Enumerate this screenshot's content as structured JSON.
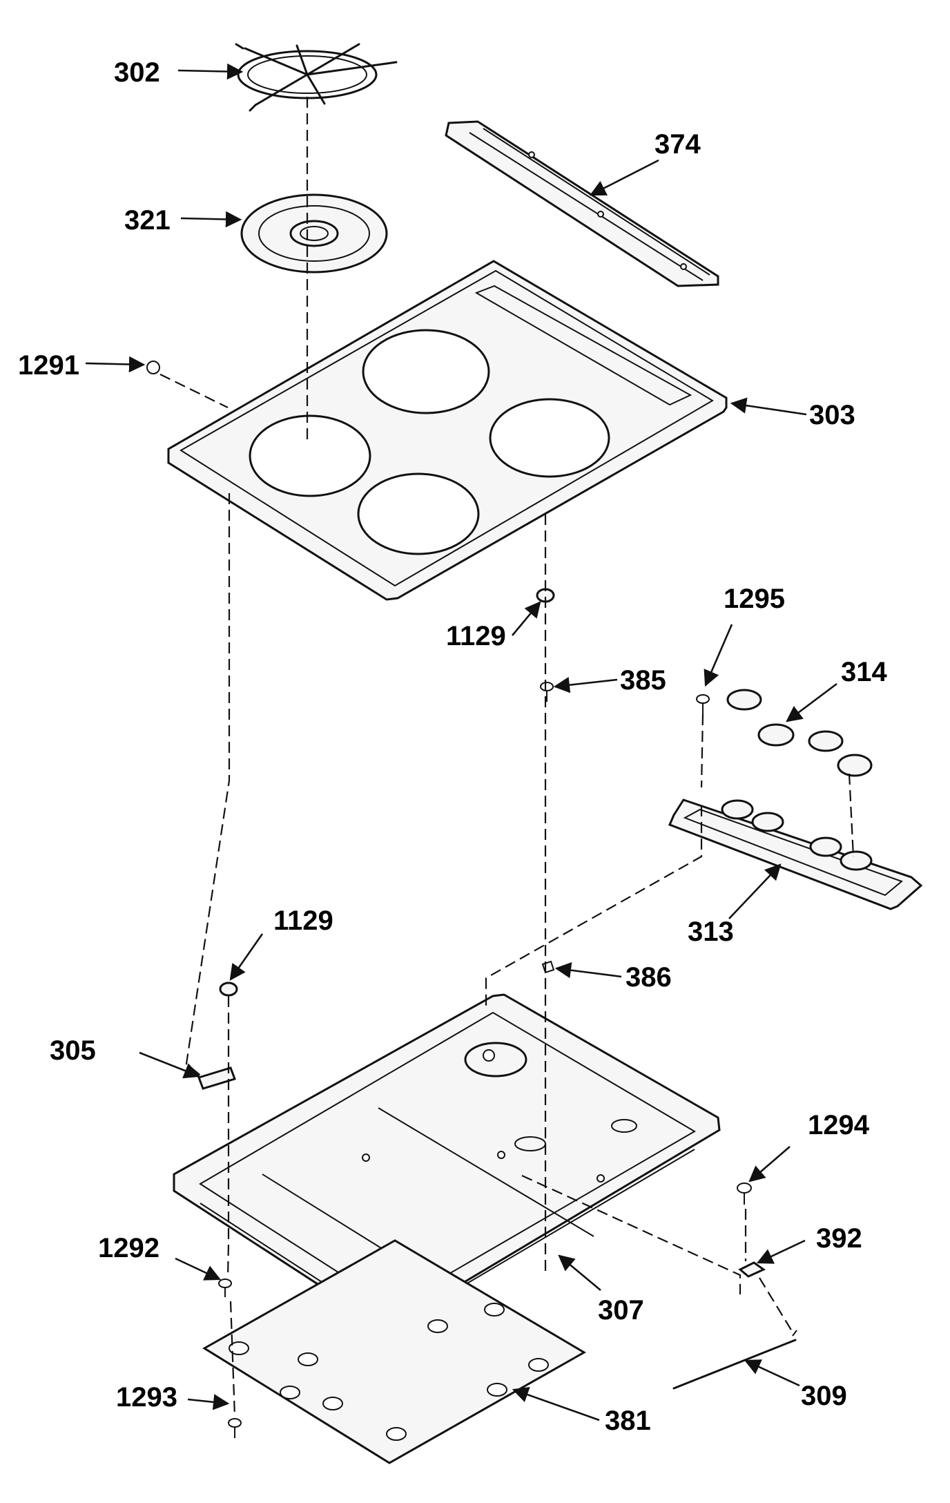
{
  "diagram": {
    "callouts": [
      {
        "id": "c302",
        "label": "302"
      },
      {
        "id": "c374",
        "label": "374"
      },
      {
        "id": "c321",
        "label": "321"
      },
      {
        "id": "c1291",
        "label": "1291"
      },
      {
        "id": "c303",
        "label": "303"
      },
      {
        "id": "c1295",
        "label": "1295"
      },
      {
        "id": "c314",
        "label": "314"
      },
      {
        "id": "c1129a",
        "label": "1129"
      },
      {
        "id": "c385",
        "label": "385"
      },
      {
        "id": "c313",
        "label": "313"
      },
      {
        "id": "c1129b",
        "label": "1129"
      },
      {
        "id": "c386",
        "label": "386"
      },
      {
        "id": "c305",
        "label": "305"
      },
      {
        "id": "c1294",
        "label": "1294"
      },
      {
        "id": "c392",
        "label": "392"
      },
      {
        "id": "c1292",
        "label": "1292"
      },
      {
        "id": "c307",
        "label": "307"
      },
      {
        "id": "c1293",
        "label": "1293"
      },
      {
        "id": "c381",
        "label": "381"
      },
      {
        "id": "c309",
        "label": "309"
      }
    ]
  }
}
